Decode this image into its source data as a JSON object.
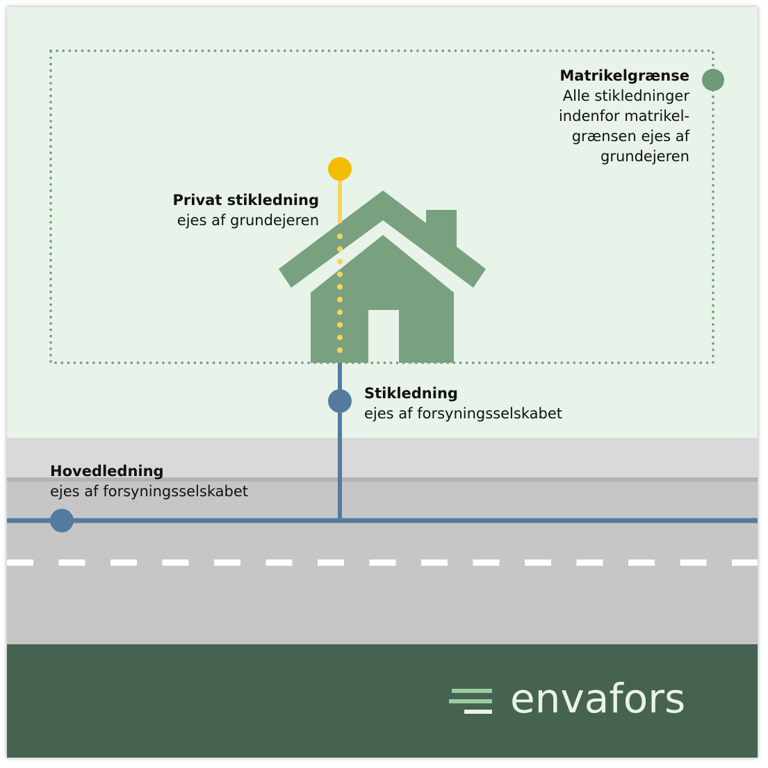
{
  "colors": {
    "property_bg": "#e8f3e9",
    "sidewalk": "#d9d9d9",
    "curb": "#b3b3b3",
    "road": "#c6c6c6",
    "lane_mark": "#ffffff",
    "footer_bg": "#466251",
    "house": "#79a17f",
    "boundary": "#6f9a78",
    "private_pipe": "#f7d45c",
    "private_node": "#f3bd00",
    "public_pipe": "#547b9f",
    "logo_text": "#eaf3e9",
    "logo_mark": "#9ccba2"
  },
  "labels": {
    "matrikel": {
      "title": "Matrikelgrænse",
      "lines": [
        "Alle stikledninger",
        "indenfor matrikel-",
        "grænsen ejes af",
        "grundejeren"
      ]
    },
    "privat": {
      "title": "Privat stikledning",
      "sub": "ejes af grundejeren"
    },
    "stik": {
      "title": "Stikledning",
      "sub": "ejes af forsyningsselskabet"
    },
    "hoved": {
      "title": "Hovedledning",
      "sub": "ejes af forsyningsselskabet"
    }
  },
  "brand": {
    "name": "envafors"
  },
  "icons": {
    "house": "house-icon",
    "logo": "envafors-logo-mark-icon"
  }
}
